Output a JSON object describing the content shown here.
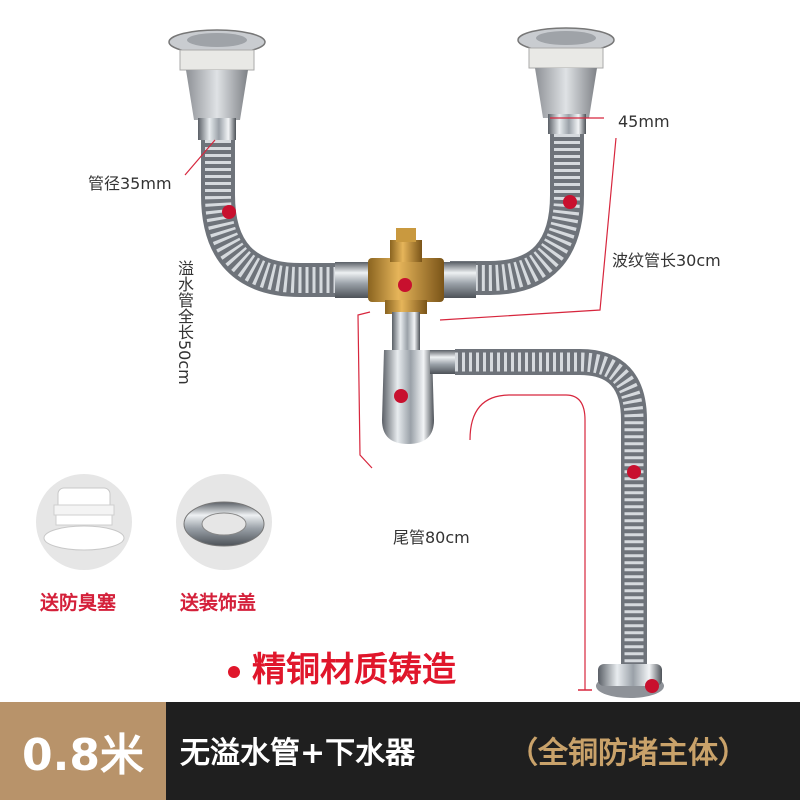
{
  "dims": {
    "pipe_diameter": "管径35mm",
    "outer_diameter": "45mm",
    "corrugated_length": "波纹管长30cm",
    "overflow_length": "溢水管全长50cm",
    "tail_pipe": "尾管80cm"
  },
  "gifts": [
    {
      "label": "送防臭塞"
    },
    {
      "label": "送装饰盖"
    }
  ],
  "feature": "精铜材质铸造",
  "bottom": {
    "size": "0.8米",
    "title": "无溢水管+下水器",
    "note": "（全铜防堵主体）"
  },
  "colors": {
    "accent_red": "#e0162b",
    "gold": "#b8936a",
    "bar": "#1f1f1f"
  }
}
